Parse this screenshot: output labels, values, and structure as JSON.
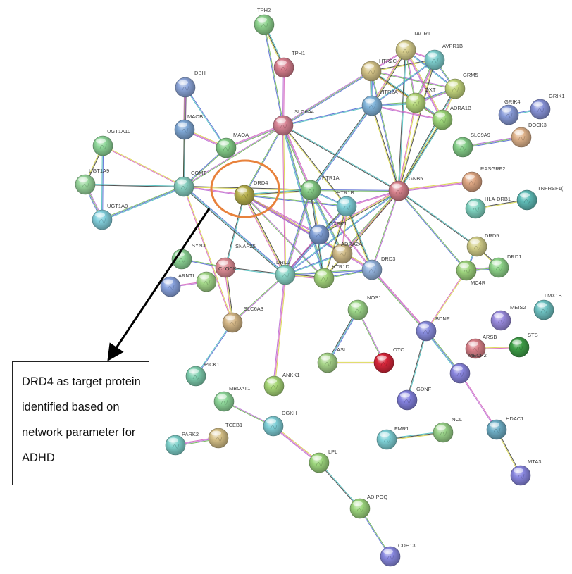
{
  "network": {
    "nodes": [
      {
        "label": "TPH2",
        "color": "#8fd48f"
      },
      {
        "label": "TPH1",
        "color": "#d9808f"
      },
      {
        "label": "DBH",
        "color": "#8ea7dc"
      },
      {
        "label": "MAOB",
        "color": "#7fa8d6"
      },
      {
        "label": "MAOA",
        "color": "#86cf8a"
      },
      {
        "label": "UGT1A10",
        "color": "#8fd89a"
      },
      {
        "label": "UGT1A9",
        "color": "#9ad89e"
      },
      {
        "label": "UGT1A8",
        "color": "#84d2df"
      },
      {
        "label": "COMT",
        "color": "#88cfc0"
      },
      {
        "label": "DRD4",
        "color": "#b9b24e"
      },
      {
        "label": "SLC6A4",
        "color": "#d98596"
      },
      {
        "label": "HTR1A",
        "color": "#86cd86"
      },
      {
        "label": "HTR1B",
        "color": "#7fcfd8"
      },
      {
        "label": "OXER1",
        "color": "#7f9ed6"
      },
      {
        "label": "ADRA2A",
        "color": "#d2bd8a"
      },
      {
        "label": "HTR1D",
        "color": "#a6d87e"
      },
      {
        "label": "DRD2",
        "color": "#8ad6c8"
      },
      {
        "label": "DRD3",
        "color": "#94b4de"
      },
      {
        "label": "GNB5",
        "color": "#d9838e"
      },
      {
        "label": "TACR1",
        "color": "#d8cf8e"
      },
      {
        "label": "AVPR1B",
        "color": "#7fd0cf"
      },
      {
        "label": "HTR2C",
        "color": "#d6c589"
      },
      {
        "label": "GRM5",
        "color": "#c5d77e"
      },
      {
        "label": "HTR2A",
        "color": "#82b6dc"
      },
      {
        "label": "OXT",
        "color": "#b8da7d"
      },
      {
        "label": "ADRA1B",
        "color": "#9ed87a"
      },
      {
        "label": "GRIK4",
        "color": "#8a9ddb"
      },
      {
        "label": "GRIK1",
        "color": "#8a95db"
      },
      {
        "label": "SLC9A9",
        "color": "#86d08a"
      },
      {
        "label": "DOCK3",
        "color": "#e1b48c"
      },
      {
        "label": "RASGRF2",
        "color": "#e0a884"
      },
      {
        "label": "TNFRSF1(",
        "color": "#5fbdb8"
      },
      {
        "label": "HLA-DRB1",
        "color": "#7fd3c0"
      },
      {
        "label": "DRD5",
        "color": "#d4d08a"
      },
      {
        "label": "DRD1",
        "color": "#8fd68a"
      },
      {
        "label": "MC4R",
        "color": "#9ed47e"
      },
      {
        "label": "BDNF",
        "color": "#8a8ee0"
      },
      {
        "label": "MEIS2",
        "color": "#9b8ce0"
      },
      {
        "label": "LMX1B",
        "color": "#6fc4c4"
      },
      {
        "label": "ARSB",
        "color": "#d97f88"
      },
      {
        "label": "STS",
        "color": "#3fa048"
      },
      {
        "label": "MECP2",
        "color": "#8a86e0"
      },
      {
        "label": "GDNF",
        "color": "#8482e0"
      },
      {
        "label": "HDAC1",
        "color": "#6fb0c8"
      },
      {
        "label": "MTA3",
        "color": "#8a88e2"
      },
      {
        "label": "NOS1",
        "color": "#9ed88a"
      },
      {
        "label": "ASL",
        "color": "#a8d68a"
      },
      {
        "label": "OTC",
        "color": "#d8263a"
      },
      {
        "label": "FMR1",
        "color": "#7fd2d8"
      },
      {
        "label": "NCL",
        "color": "#9ad48a"
      },
      {
        "label": "SYN3",
        "color": "#8dd696"
      },
      {
        "label": "SNAP25",
        "color": "#df8e96"
      },
      {
        "label": "ARNTL",
        "color": "#8aa4e0"
      },
      {
        "label": "CLOCK",
        "color": "#a4d88a"
      },
      {
        "label": "SLC6A3",
        "color": "#d6b888"
      },
      {
        "label": "PICK1",
        "color": "#7fd0b0"
      },
      {
        "label": "ANKK1",
        "color": "#a8d878"
      },
      {
        "label": "MBOAT1",
        "color": "#8fd89a"
      },
      {
        "label": "DGKH",
        "color": "#7fd0d8"
      },
      {
        "label": "PARK2",
        "color": "#7fd2cc"
      },
      {
        "label": "TCEB1",
        "color": "#d8c288"
      },
      {
        "label": "LPL",
        "color": "#9ed87e"
      },
      {
        "label": "ADIPOQ",
        "color": "#9ed87e"
      },
      {
        "label": "CDH13",
        "color": "#8a8ae2"
      }
    ],
    "edges": [
      [
        "TPH2",
        "TPH1"
      ],
      [
        "TPH2",
        "SLC6A4"
      ],
      [
        "TPH1",
        "SLC6A4"
      ],
      [
        "DBH",
        "MAOB"
      ],
      [
        "DBH",
        "MAOA"
      ],
      [
        "DBH",
        "COMT"
      ],
      [
        "MAOB",
        "MAOA"
      ],
      [
        "MAOB",
        "COMT"
      ],
      [
        "MAOA",
        "COMT"
      ],
      [
        "MAOA",
        "SLC6A4"
      ],
      [
        "UGT1A10",
        "UGT1A9"
      ],
      [
        "UGT1A10",
        "UGT1A8"
      ],
      [
        "UGT1A9",
        "UGT1A8"
      ],
      [
        "UGT1A10",
        "COMT"
      ],
      [
        "UGT1A9",
        "COMT"
      ],
      [
        "UGT1A8",
        "COMT"
      ],
      [
        "COMT",
        "DRD4"
      ],
      [
        "COMT",
        "HTR1A"
      ],
      [
        "COMT",
        "DRD2"
      ],
      [
        "COMT",
        "SLC6A4"
      ],
      [
        "COMT",
        "SLC6A3"
      ],
      [
        "DRD4",
        "HTR1A"
      ],
      [
        "DRD4",
        "HTR1B"
      ],
      [
        "DRD4",
        "OXER1"
      ],
      [
        "DRD4",
        "DRD2"
      ],
      [
        "DRD4",
        "ADRA2A"
      ],
      [
        "DRD4",
        "HTR1D"
      ],
      [
        "DRD4",
        "DRD3"
      ],
      [
        "DRD4",
        "SNAP25"
      ],
      [
        "DRD4",
        "SLC6A4"
      ],
      [
        "SLC6A4",
        "HTR1A"
      ],
      [
        "SLC6A4",
        "HTR1B"
      ],
      [
        "SLC6A4",
        "HTR2A"
      ],
      [
        "SLC6A4",
        "HTR2C"
      ],
      [
        "SLC6A4",
        "DRD2"
      ],
      [
        "SLC6A4",
        "GNB5"
      ],
      [
        "SLC6A4",
        "HTR1D"
      ],
      [
        "HTR2C",
        "TACR1"
      ],
      [
        "HTR2C",
        "AVPR1B"
      ],
      [
        "HTR2C",
        "HTR2A"
      ],
      [
        "HTR2C",
        "GRM5"
      ],
      [
        "HTR2C",
        "OXT"
      ],
      [
        "HTR2C",
        "ADRA1B"
      ],
      [
        "HTR2C",
        "GNB5"
      ],
      [
        "TACR1",
        "AVPR1B"
      ],
      [
        "TACR1",
        "HTR2A"
      ],
      [
        "TACR1",
        "GRM5"
      ],
      [
        "TACR1",
        "OXT"
      ],
      [
        "TACR1",
        "ADRA1B"
      ],
      [
        "TACR1",
        "GNB5"
      ],
      [
        "AVPR1B",
        "GRM5"
      ],
      [
        "AVPR1B",
        "OXT"
      ],
      [
        "AVPR1B",
        "GNB5"
      ],
      [
        "AVPR1B",
        "HTR2A"
      ],
      [
        "GRM5",
        "OXT"
      ],
      [
        "GRM5",
        "ADRA1B"
      ],
      [
        "GRM5",
        "GNB5"
      ],
      [
        "HTR2A",
        "OXT"
      ],
      [
        "HTR2A",
        "ADRA1B"
      ],
      [
        "HTR2A",
        "GNB5"
      ],
      [
        "HTR2A",
        "HTR1A"
      ],
      [
        "OXT",
        "ADRA1B"
      ],
      [
        "OXT",
        "GNB5"
      ],
      [
        "ADRA1B",
        "GNB5"
      ],
      [
        "GNB5",
        "HTR1A"
      ],
      [
        "GNB5",
        "HTR1B"
      ],
      [
        "GNB5",
        "OXER1"
      ],
      [
        "GNB5",
        "DRD2"
      ],
      [
        "GNB5",
        "DRD3"
      ],
      [
        "GNB5",
        "RASGRF2"
      ],
      [
        "GNB5",
        "DRD5"
      ],
      [
        "GNB5",
        "MC4R"
      ],
      [
        "GNB5",
        "ADRA2A"
      ],
      [
        "GNB5",
        "HTR1D"
      ],
      [
        "HTR1A",
        "HTR1B"
      ],
      [
        "HTR1A",
        "DRD2"
      ],
      [
        "HTR1A",
        "OXER1"
      ],
      [
        "HTR1A",
        "HTR1D"
      ],
      [
        "HTR1A",
        "ADRA2A"
      ],
      [
        "HTR1A",
        "DRD3"
      ],
      [
        "HTR1B",
        "HTR1D"
      ],
      [
        "HTR1B",
        "DRD2"
      ],
      [
        "HTR1B",
        "OXER1"
      ],
      [
        "HTR1B",
        "ADRA2A"
      ],
      [
        "HTR1B",
        "DRD3"
      ],
      [
        "DRD2",
        "DRD3"
      ],
      [
        "DRD2",
        "OXER1"
      ],
      [
        "DRD2",
        "HTR1D"
      ],
      [
        "DRD2",
        "ADRA2A"
      ],
      [
        "DRD2",
        "SLC6A3"
      ],
      [
        "DRD2",
        "ANKK1"
      ],
      [
        "DRD2",
        "SNAP25"
      ],
      [
        "DRD3",
        "HTR1D"
      ],
      [
        "DRD3",
        "BDNF"
      ],
      [
        "DRD5",
        "DRD1"
      ],
      [
        "DRD5",
        "MC4R"
      ],
      [
        "MC4R",
        "DRD1"
      ],
      [
        "MC4R",
        "BDNF"
      ],
      [
        "BDNF",
        "GDNF"
      ],
      [
        "BDNF",
        "MECP2"
      ],
      [
        "MECP2",
        "HDAC1"
      ],
      [
        "HDAC1",
        "MTA3"
      ],
      [
        "NOS1",
        "ASL"
      ],
      [
        "NOS1",
        "OTC"
      ],
      [
        "ASL",
        "OTC"
      ],
      [
        "FMR1",
        "NCL"
      ],
      [
        "SYN3",
        "SNAP25"
      ],
      [
        "ARNTL",
        "CLOCK"
      ],
      [
        "SNAP25",
        "SLC6A3"
      ],
      [
        "SLC6A3",
        "PICK1"
      ],
      [
        "MBOAT1",
        "DGKH"
      ],
      [
        "DGKH",
        "LPL"
      ],
      [
        "LPL",
        "ADIPOQ"
      ],
      [
        "ADIPOQ",
        "CDH13"
      ],
      [
        "PARK2",
        "TCEB1"
      ],
      [
        "HLA-DRB1",
        "TNFRSF1("
      ],
      [
        "GRIK4",
        "GRIK1"
      ],
      [
        "SLC9A9",
        "DOCK3"
      ],
      [
        "ARSB",
        "STS"
      ]
    ]
  },
  "annotation": {
    "lines": [
      "DRD4 as target protein",
      "identified based on",
      "network parameter for",
      "ADHD"
    ]
  }
}
